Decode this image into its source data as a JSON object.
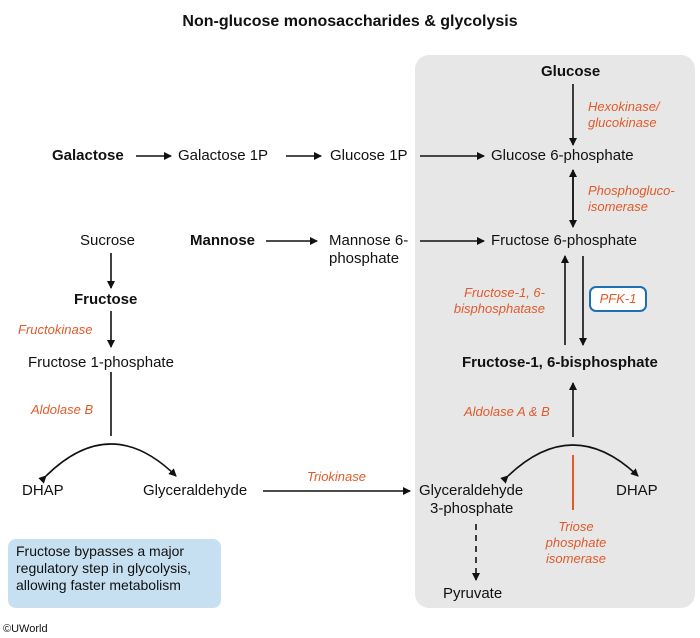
{
  "title": "Non-glucose monosaccharides & glycolysis",
  "nodes": {
    "glucose": "Glucose",
    "galactose": "Galactose",
    "galactose_1p": "Galactose 1P",
    "glucose_1p": "Glucose 1P",
    "glucose_6p": "Glucose 6-phosphate",
    "sucrose": "Sucrose",
    "mannose": "Mannose",
    "mannose_6p_line1": "Mannose 6-",
    "mannose_6p_line2": "phosphate",
    "fructose_6p": "Fructose 6-phosphate",
    "fructose": "Fructose",
    "fructose_16bp": "Fructose-1, 6-bisphosphate",
    "fructose_1p": "Fructose 1-phosphate",
    "dhap_left": "DHAP",
    "glyceraldehyde": "Glyceraldehyde",
    "g3p_line1": "Glyceraldehyde",
    "g3p_line2": "3-phosphate",
    "dhap_right": "DHAP",
    "pyruvate": "Pyruvate"
  },
  "enzymes": {
    "hexokinase_line1": "Hexokinase/",
    "hexokinase_line2": "glucokinase",
    "pgi_line1": "Phosphogluco-",
    "pgi_line2": "isomerase",
    "f16bpase_line1": "Fructose-1, 6-",
    "f16bpase_line2": "bisphosphatase",
    "pfk1": "PFK-1",
    "fructokinase": "Fructokinase",
    "aldolase_b": "Aldolase B",
    "aldolase_ab": "Aldolase A & B",
    "triokinase": "Triokinase",
    "tpi_line1": "Triose",
    "tpi_line2": "phosphate",
    "tpi_line3": "isomerase"
  },
  "note": "Fructose bypasses a major regulatory step in glycolysis, allowing faster metabolism",
  "credit": "©UWorld",
  "colors": {
    "enzyme": "#e05a2b",
    "panel": "#e8e7e7",
    "note_box": "#c6e0f1",
    "pfk_border": "#1f6fb3",
    "tpi_line": "#e05a2b"
  }
}
